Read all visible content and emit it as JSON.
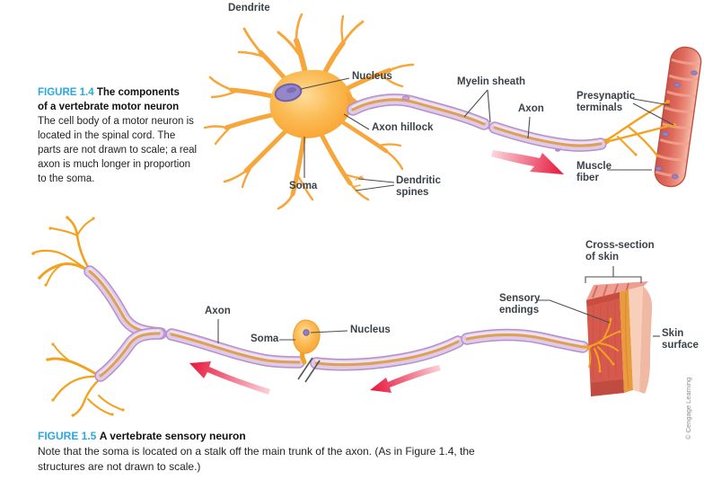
{
  "figure14": {
    "caption_label": "FIGURE 1.4",
    "caption_title_l1": "The components",
    "caption_title_l2": "of a vertebrate motor neuron",
    "caption_body": "The cell body of a motor neuron is located in the spinal cord. The parts are not drawn to scale; a real axon is much longer in proportion to the soma.",
    "labels": {
      "dendrite": "Dendrite",
      "nucleus": "Nucleus",
      "axon_hillock": "Axon hillock",
      "soma": "Soma",
      "dendritic_spines": "Dendritic spines",
      "myelin_sheath": "Myelin sheath",
      "axon": "Axon",
      "presynaptic_terminals": "Presynaptic terminals",
      "muscle_fiber": "Muscle fiber"
    }
  },
  "figure15": {
    "caption_label": "FIGURE 1.5",
    "caption_title": "A vertebrate sensory neuron",
    "caption_body": "Note that the soma is located on a stalk off the main trunk of the axon. (As in Figure 1.4, the structures are not drawn to scale.)",
    "labels": {
      "axon": "Axon",
      "soma": "Soma",
      "nucleus": "Nucleus",
      "sensory_endings": "Sensory endings",
      "cross_section_of_skin": "Cross-section of skin",
      "skin_surface": "Skin surface"
    }
  },
  "credit": "© Cengage Learning",
  "colors": {
    "figure_number_cyan": "#2ba8dd",
    "label_text": "#3a4249",
    "dendrite_orange": "#f7a63b",
    "myelin_lavender": "#decbe9",
    "myelin_outline": "#b78fc9",
    "axon_core": "#dfa052",
    "nucleus_purple": "#9386cb",
    "arrow_red": "#e8173c",
    "muscle_red": "#df6a5c",
    "skin_red": "#d6594d",
    "skin_orange": "#e89c3d",
    "skin_pale": "#f7cfba"
  }
}
